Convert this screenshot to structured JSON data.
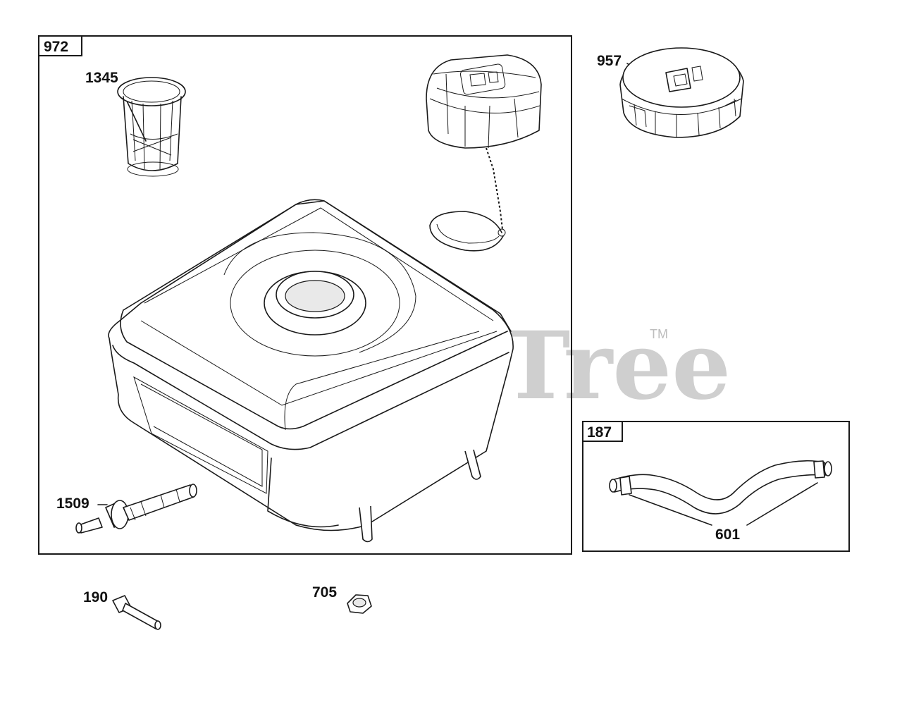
{
  "watermark": {
    "text": "PartsTree",
    "tm": "TM"
  },
  "groups": [
    {
      "id": "972",
      "label": "972"
    },
    {
      "id": "187",
      "label": "187"
    }
  ],
  "callouts": {
    "c1345": "1345",
    "c957": "957",
    "c1509": "1509",
    "c601": "601",
    "c190": "190",
    "c705": "705"
  },
  "colors": {
    "line": "#1a1a1a",
    "watermark": "#cfcfcf",
    "background": "#ffffff"
  }
}
